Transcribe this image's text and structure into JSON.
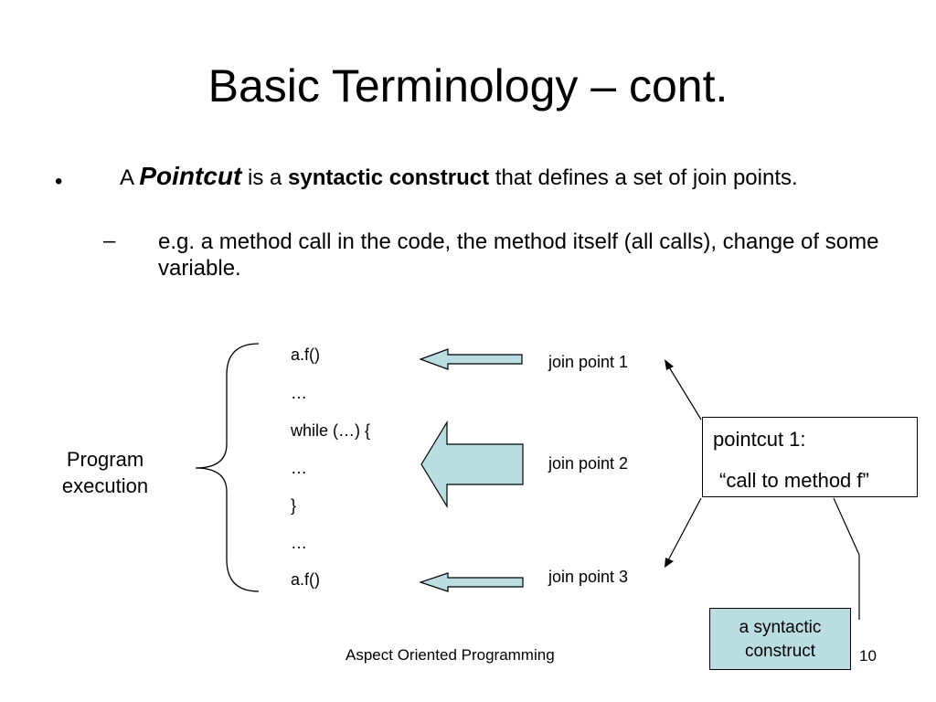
{
  "slide": {
    "title": "Basic Terminology – cont.",
    "bullet_marker": "•",
    "bullet": {
      "pre": "A ",
      "term": "Pointcut",
      "mid": " is a ",
      "strong": "syntactic construct",
      "post": " that defines a set of join points."
    },
    "sub_marker": "–",
    "sub_bullet": "e.g. a method call in the code, the method itself (all calls), change of some variable."
  },
  "diagram": {
    "program_label": "Program execution",
    "code_lines": [
      "a.f()",
      "…",
      "while (…) {",
      "…",
      "}",
      "…",
      "a.f()"
    ],
    "join_points": [
      "join point 1",
      "join point 2",
      "join point 3"
    ],
    "pointcut_line1": "pointcut 1:",
    "pointcut_line2": "“call to method f”",
    "syntactic_label": "a syntactic construct",
    "arrow_fill": "#b9dde0"
  },
  "footer": {
    "text": "Aspect Oriented Programming",
    "page": "10"
  }
}
